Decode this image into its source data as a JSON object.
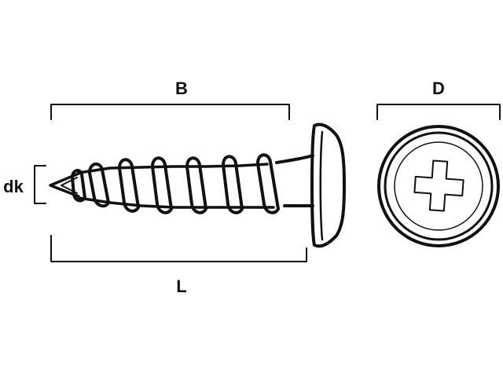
{
  "diagram": {
    "labels": {
      "thread_length": "B",
      "head_diameter": "D",
      "shank_diameter": "dk",
      "total_length": "L"
    },
    "colors": {
      "ink": "#111111",
      "background": "#ffffff"
    },
    "parts": [
      "screw-side-view",
      "screw-head-top-view",
      "phillips-cross-recess"
    ]
  }
}
